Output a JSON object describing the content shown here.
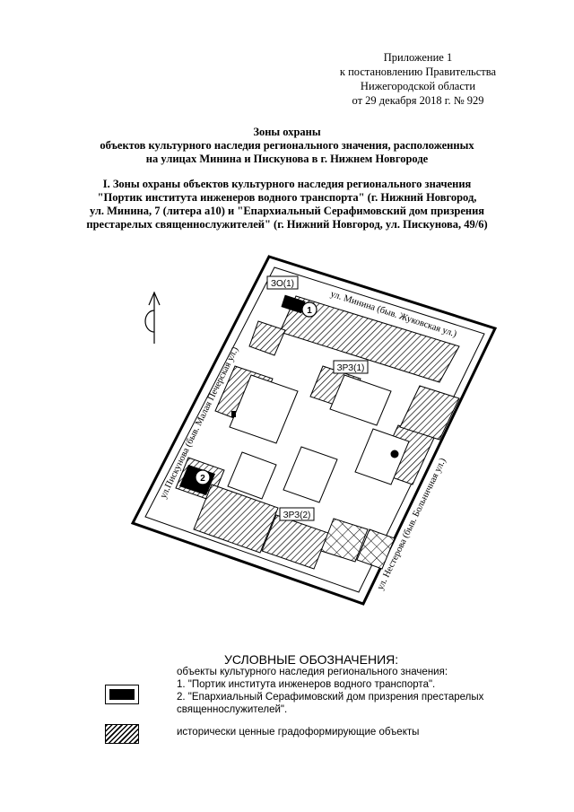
{
  "header": {
    "appendix_lines": [
      "Приложение 1",
      "к постановлению Правительства",
      "Нижегородской области",
      "от 29 декабря 2018 г. № 929"
    ]
  },
  "title_lines": [
    "Зоны охраны",
    "объектов культурного наследия регионального значения, расположенных",
    "на улицах Минина и Пискунова в г. Нижнем Новгороде"
  ],
  "subtitle_lines": [
    "I. Зоны охраны объектов культурного наследия регионального значения",
    "\"Портик института инженеров водного транспорта\" (г. Нижний Новгород,",
    "ул. Минина, 7 (литера а10) и \"Епархиальный Серафимовский дом призрения",
    "престарелых священнослужителей\" (г. Нижний Новгород, ул. Пискунова, 49/6)"
  ],
  "map": {
    "zone_labels": [
      "ЗО(1)",
      "ЗРЗ(1)",
      "ЗРЗ(2)"
    ],
    "markers": [
      "1",
      "2"
    ],
    "streets": [
      "ул. Минина (быв. Жуковская ул.)",
      "ул.Пискунова (быв. Малая Печерская ул.)",
      "ул. Нестерова (быв. Больничная ул.)"
    ],
    "north_arrow": "north-arrow-icon",
    "colors": {
      "ink": "#000000",
      "paper": "#ffffff",
      "hatch": "#000000"
    }
  },
  "legend": {
    "heading": "УСЛОВНЫЕ ОБОЗНАЧЕНИЯ:",
    "heritage_intro": "объекты культурного наследия регионального значения:",
    "heritage_items": [
      "1. \"Портик института инженеров водного транспорта\".",
      "2. \"Епархиальный Серафимовский дом призрения престарелых",
      "священнослужителей\"."
    ],
    "valuable_label": "исторически ценные градоформирующие объекты"
  }
}
